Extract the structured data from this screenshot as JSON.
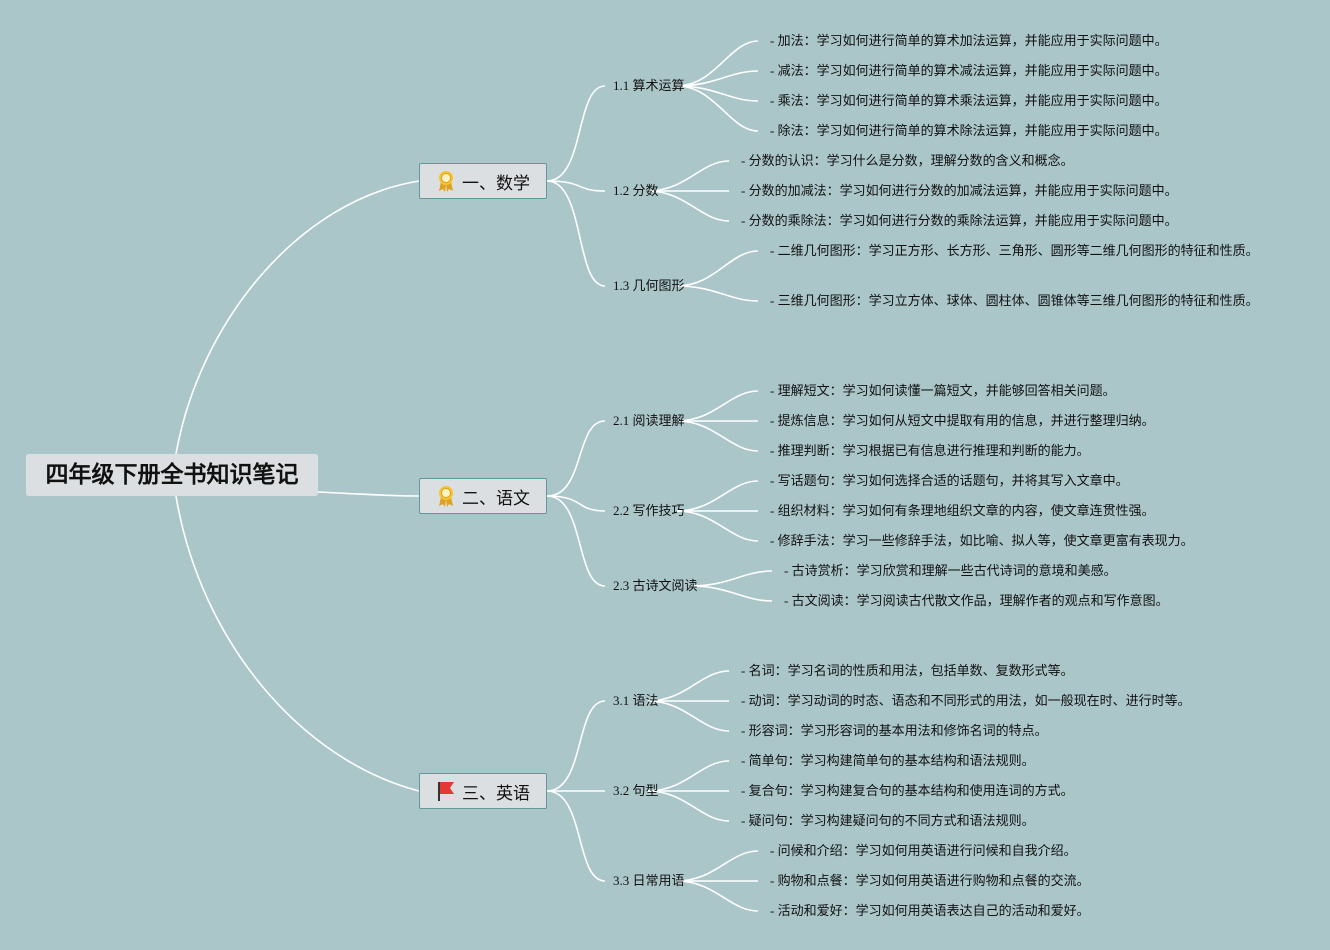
{
  "root": {
    "title": "四年级下册全书知识笔记"
  },
  "branches": [
    {
      "label": "一、数学",
      "icon": "award-ribbon-icon",
      "subs": [
        {
          "label": "1.1 算术运算",
          "leaves": [
            "- 加法：学习如何进行简单的算术加法运算，并能应用于实际问题中。",
            "- 减法：学习如何进行简单的算术减法运算，并能应用于实际问题中。",
            "- 乘法：学习如何进行简单的算术乘法运算，并能应用于实际问题中。",
            "- 除法：学习如何进行简单的算术除法运算，并能应用于实际问题中。"
          ]
        },
        {
          "label": "1.2 分数",
          "leaves": [
            "- 分数的认识：学习什么是分数，理解分数的含义和概念。",
            "- 分数的加减法：学习如何进行分数的加减法运算，并能应用于实际问题中。",
            "- 分数的乘除法：学习如何进行分数的乘除法运算，并能应用于实际问题中。"
          ]
        },
        {
          "label": "1.3 几何图形",
          "leaves": [
            "- 二维几何图形：学习正方形、长方形、三角形、圆形等二维几何图形的特征和性质。",
            "- 三维几何图形：学习立方体、球体、圆柱体、圆锥体等三维几何图形的特征和性质。"
          ]
        }
      ]
    },
    {
      "label": "二、语文",
      "icon": "award-ribbon-icon",
      "subs": [
        {
          "label": "2.1 阅读理解",
          "leaves": [
            "- 理解短文：学习如何读懂一篇短文，并能够回答相关问题。",
            "- 提炼信息：学习如何从短文中提取有用的信息，并进行整理归纳。",
            "- 推理判断：学习根据已有信息进行推理和判断的能力。"
          ]
        },
        {
          "label": "2.2 写作技巧",
          "leaves": [
            "- 写话题句：学习如何选择合适的话题句，并将其写入文章中。",
            "- 组织材料：学习如何有条理地组织文章的内容，使文章连贯性强。",
            "- 修辞手法：学习一些修辞手法，如比喻、拟人等，使文章更富有表现力。"
          ]
        },
        {
          "label": "2.3 古诗文阅读",
          "leaves": [
            "- 古诗赏析：学习欣赏和理解一些古代诗词的意境和美感。",
            "- 古文阅读：学习阅读古代散文作品，理解作者的观点和写作意图。"
          ]
        }
      ]
    },
    {
      "label": "三、英语",
      "icon": "red-flag-icon",
      "subs": [
        {
          "label": "3.1 语法",
          "leaves": [
            "- 名词：学习名词的性质和用法，包括单数、复数形式等。",
            "- 动词：学习动词的时态、语态和不同形式的用法，如一般现在时、进行时等。",
            "- 形容词：学习形容词的基本用法和修饰名词的特点。"
          ]
        },
        {
          "label": "3.2 句型",
          "leaves": [
            "- 简单句：学习构建简单句的基本结构和语法规则。",
            "- 复合句：学习构建复合句的基本结构和使用连词的方式。",
            "- 疑问句：学习构建疑问句的不同方式和语法规则。"
          ]
        },
        {
          "label": "3.3 日常用语",
          "leaves": [
            "- 问候和介绍：学习如何用英语进行问候和自我介绍。",
            "- 购物和点餐：学习如何用英语进行购物和点餐的交流。",
            "- 活动和爱好：学习如何用英语表达自己的活动和爱好。"
          ]
        }
      ]
    }
  ],
  "colors": {
    "background": "#aac6c9",
    "link": "#ffffff",
    "node_fill": "#dcdfe1",
    "node_border": "#5f9a98"
  }
}
